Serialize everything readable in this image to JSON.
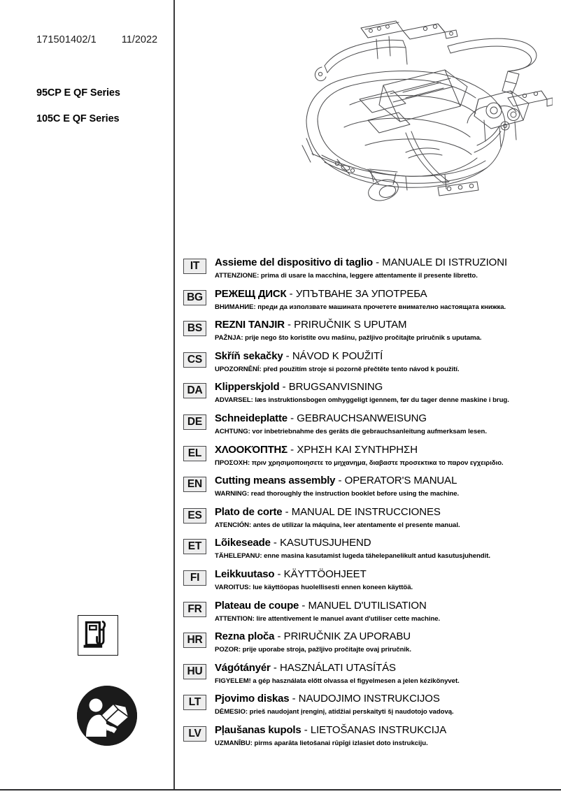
{
  "document": {
    "code": "171501402/1",
    "date": "11/2022",
    "models": [
      "95CP E QF Series",
      "105C E QF Series"
    ]
  },
  "icons": {
    "fuel": "fuel-pump-icon",
    "manual": "read-operator-manual-icon",
    "illustration": "cutting-deck-assembly-line-drawing"
  },
  "languages": [
    {
      "code": "IT",
      "part": "Assieme del dispositivo di taglio",
      "separator": " - ",
      "manual": "MANUALE DI ISTRUZIONI",
      "warning": "ATTENZIONE: prima di usare la macchina, leggere attentamente il presente libretto."
    },
    {
      "code": "BG",
      "part": "РЕЖЕЩ ДИСК",
      "separator": " - ",
      "manual": "УПЪТВАНЕ ЗА УПОТРЕБА",
      "warning": "ВНИМАНИЕ: преди да използвате машината прочетете внимателно настоящата книжка."
    },
    {
      "code": "BS",
      "part": "REZNI TANJIR",
      "separator": " - ",
      "manual": "PRIRUČNIK S UPUTAM",
      "warning": "PAŽNJA: prije nego što koristite ovu mašinu, pažljivo pročitajte priručnik s uputama."
    },
    {
      "code": "CS",
      "part": "Skříň sekačky",
      "separator": " - ",
      "manual": "NÁVOD K POUŽITÍ",
      "warning": "UPOZORNĚNÍ: před použitím stroje si pozorně přečtěte tento návod k použití."
    },
    {
      "code": "DA",
      "part": "Klipperskjold",
      "separator": " - ",
      "manual": "BRUGSANVISNING",
      "warning": "ADVARSEL: læs instruktionsbogen omhyggeligt igennem, før du tager denne maskine i brug."
    },
    {
      "code": "DE",
      "part": "Schneideplatte",
      "separator": " - ",
      "manual": "GEBRAUCHSANWEISUNG",
      "warning": "ACHTUNG: vor inbetriebnahme des geräts die gebrauchsanleitung aufmerksam lesen."
    },
    {
      "code": "EL",
      "part": "ΧΛΟΟΚΌΠΤΗΣ",
      "separator": " - ",
      "manual": "ΧΡΗΣΗ ΚΑΙ ΣΥΝΤΗΡΗΣΗ",
      "warning": "ΠΡΟΣΟΧΗ: πριν χρησιμοποιησετε το μηχανημα, διαβαστε προσεκτικα το παρον εγχειριδιο."
    },
    {
      "code": "EN",
      "part": "Cutting means assembly",
      "separator": " - ",
      "manual": "OPERATOR'S MANUAL",
      "warning": "WARNING: read thoroughly the instruction booklet before using the machine."
    },
    {
      "code": "ES",
      "part": "Plato de corte",
      "separator": " - ",
      "manual": "MANUAL DE INSTRUCCIONES",
      "warning": "ATENCIÓN: antes de utilizar la máquina, leer atentamente el presente manual."
    },
    {
      "code": "ET",
      "part": "Lõikeseade",
      "separator": " - ",
      "manual": "KASUTUSJUHEND",
      "warning": "TÄHELEPANU: enne masina kasutamist lugeda tähelepanelikult antud kasutusjuhendit."
    },
    {
      "code": "FI",
      "part": "Leikkuutaso",
      "separator": " - ",
      "manual": "KÄYTTÖOHJEET",
      "warning": "VAROITUS: lue käyttöopas huolellisesti ennen koneen käyttöä."
    },
    {
      "code": "FR",
      "part": "Plateau de coupe",
      "separator": " - ",
      "manual": "MANUEL D'UTILISATION",
      "warning": "ATTENTION: lire attentivement le manuel avant d'utiliser cette machine."
    },
    {
      "code": "HR",
      "part": "Rezna ploča",
      "separator": " - ",
      "manual": "PRIRUČNIK ZA UPORABU",
      "warning": "POZOR: prije uporabe stroja, pažljivo pročitajte ovaj priručnik."
    },
    {
      "code": "HU",
      "part": "Vágótányér",
      "separator": " - ",
      "manual": "HASZNÁLATI UTASÍTÁS",
      "warning": "FIGYELEM! a gép használata előtt olvassa el figyelmesen a jelen kézikönyvet."
    },
    {
      "code": "LT",
      "part": "Pjovimo diskas",
      "separator": " - ",
      "manual": "NAUDOJIMO INSTRUKCIJOS",
      "warning": "DĖMESIO: prieš naudojant įrenginį, atidžiai perskaityti šį naudotojo vadovą."
    },
    {
      "code": "LV",
      "part": "Pļaušanas kupols",
      "separator": " - ",
      "manual": "LIETOŠANAS INSTRUKCIJA",
      "warning": "UZMANĪBU: pirms aparāta lietošanai rūpīgi izlasiet doto instrukciju."
    }
  ]
}
